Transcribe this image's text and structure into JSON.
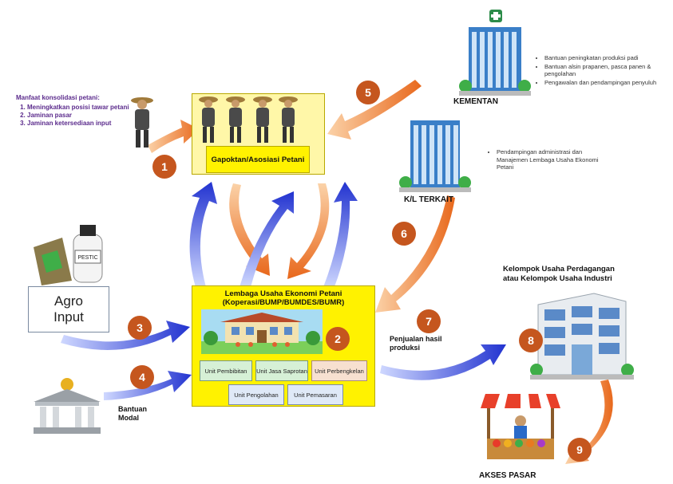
{
  "benefits": {
    "heading": "Manfaat konsolidasi petani:",
    "items": [
      "Meningkatkan posisi tawar petani",
      "Jaminan pasar",
      "Jaminan ketersediaan input"
    ]
  },
  "gapoktan": {
    "label": "Gapoktan/Asosiasi Petani"
  },
  "lembaga": {
    "title": "Lembaga Usaha Ekonomi Petani",
    "subtitle": "(Koperasi/BUMP/BUMDES/BUMR)",
    "units_row1": [
      "Unit Pembibitan",
      "Unit Jasa Saprotan",
      "Unit Perbengkelan"
    ],
    "units_row2": [
      "Unit Pengolahan",
      "Unit Pemasaran"
    ]
  },
  "kementan": {
    "label": "KEMENTAN",
    "bullets": [
      "Bantuan peningkatan produksi padi",
      "Bantuan alsin prapanen, pasca panen & pengolahan",
      "Pengawalan dan pendampingan penyuluh"
    ]
  },
  "kl": {
    "label": "K/L TERKAIT",
    "bullets": [
      "Pendampingan administrasi dan Manajemen Lembaga Usaha Ekonomi Petani"
    ]
  },
  "agro": {
    "label_line1": "Agro",
    "label_line2": "Input",
    "bottle_label": "PESTIC"
  },
  "bantuan_modal": "Bantuan Modal",
  "penjualan": "Penjualan hasil produksi",
  "kelompok": {
    "line1": "Kelompok Usaha Perdagangan",
    "line2": "atau Kelompok Usaha Industri"
  },
  "akses_pasar": "AKSES PASAR",
  "numbers": [
    "1",
    "2",
    "3",
    "4",
    "5",
    "6",
    "7",
    "8",
    "9"
  ],
  "colors": {
    "orange_arrow": "#f08a3c",
    "blue_arrow": "#2a3fd6",
    "badge": "#c5561e",
    "box_yellow": "#fff200"
  }
}
